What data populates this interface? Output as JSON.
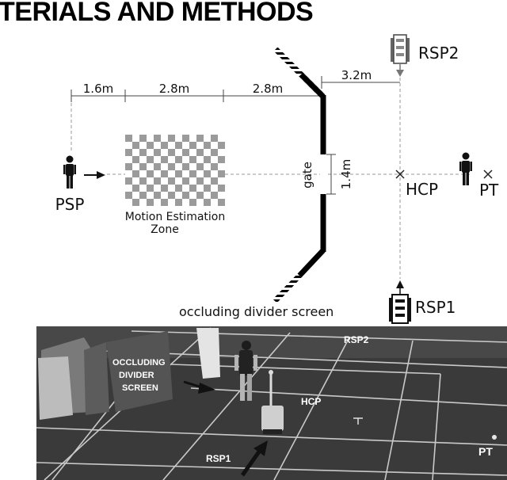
{
  "heading": "TERIALS AND METHODS",
  "diagram": {
    "distances": {
      "d1": "1.6m",
      "d2": "2.8m",
      "d3": "2.8m",
      "d4": "3.2m",
      "gate_width": "1.4m"
    },
    "labels": {
      "psp": "PSP",
      "motion_zone_line1": "Motion Estimation",
      "motion_zone_line2": "Zone",
      "gate": "gate",
      "divider": "occluding divider screen",
      "hcp": "HCP",
      "pt": "PT",
      "rsp1": "RSP1",
      "rsp2": "RSP2"
    }
  },
  "photo": {
    "screen_line1": "OCCLUDING",
    "screen_line2": "DIVIDER",
    "screen_line3": "SCREEN",
    "rsp2": "RSP2",
    "hcp": "HCP",
    "rsp1": "RSP1",
    "pt": "PT"
  }
}
